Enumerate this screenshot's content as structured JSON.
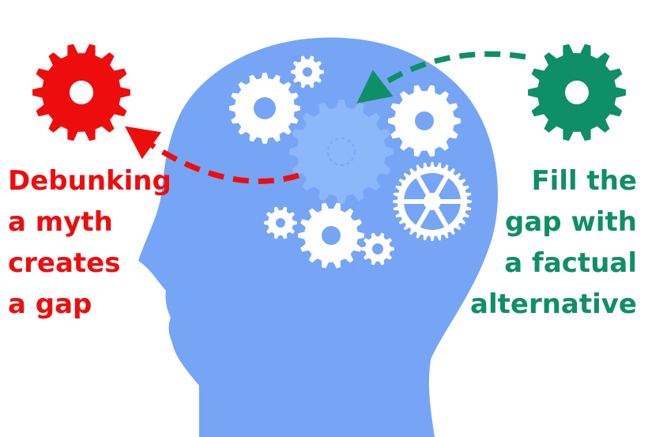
{
  "colors": {
    "head": "#76a5f5",
    "gear_white": "#ffffff",
    "gear_ghost": "#8db7fb",
    "red": "#ee0d0d",
    "green": "#0e8f66",
    "background": "#ffffff"
  },
  "icons": {
    "left": "gear-icon",
    "right": "gear-icon"
  },
  "left_caption": {
    "lines": [
      "Debunking",
      "a myth",
      "creates",
      "a gap"
    ]
  },
  "right_caption": {
    "lines": [
      "Fill the",
      "gap with",
      "a factual",
      "alternative"
    ]
  }
}
